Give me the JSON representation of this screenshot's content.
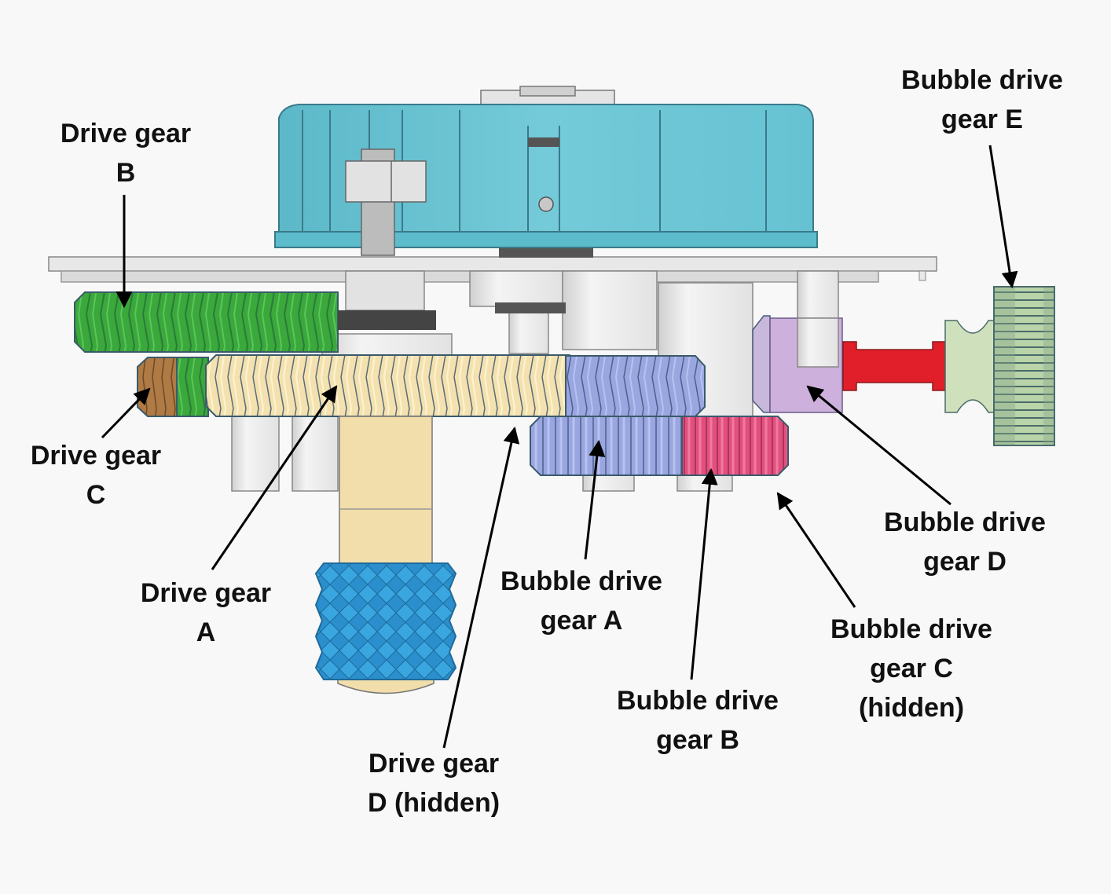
{
  "figure": {
    "subject": "Gear train assembly of a bubble machine (3D model view)",
    "colors": {
      "background": "#f8f8f8",
      "fan": "#6cc6d4",
      "frame": "#e6e6e6",
      "drive_gear_A": "#f3e2b0",
      "drive_gear_B": "#3aa83a",
      "drive_gear_C": "#b07a44",
      "bubble_drive_gear_A": "#9aa6e0",
      "bubble_drive_gear_B": "#e2507e",
      "bubble_drive_gear_D": "#cdb0dc",
      "bubble_drive_gear_E": "#b8d4a8",
      "coupler": "#e01f2a",
      "knob": "#2a8fcc",
      "shaft": "#f2deaa",
      "arrow": "#000000"
    }
  },
  "labels": {
    "drive_gear_b": {
      "line1": "Drive gear",
      "line2": "B"
    },
    "drive_gear_c": {
      "line1": "Drive gear",
      "line2": "C"
    },
    "drive_gear_a": {
      "line1": "Drive gear",
      "line2": "A"
    },
    "drive_gear_d": {
      "line1": "Drive gear",
      "line2": "D (hidden)"
    },
    "bubble_drive_gear_a": {
      "line1": "Bubble drive",
      "line2": "gear A"
    },
    "bubble_drive_gear_b": {
      "line1": "Bubble drive",
      "line2": "gear B"
    },
    "bubble_drive_gear_c": {
      "line1": "Bubble drive",
      "line2": "gear C",
      "line3": "(hidden)"
    },
    "bubble_drive_gear_d": {
      "line1": "Bubble drive",
      "line2": "gear D"
    },
    "bubble_drive_gear_e": {
      "line1": "Bubble drive",
      "line2": "gear E"
    }
  }
}
